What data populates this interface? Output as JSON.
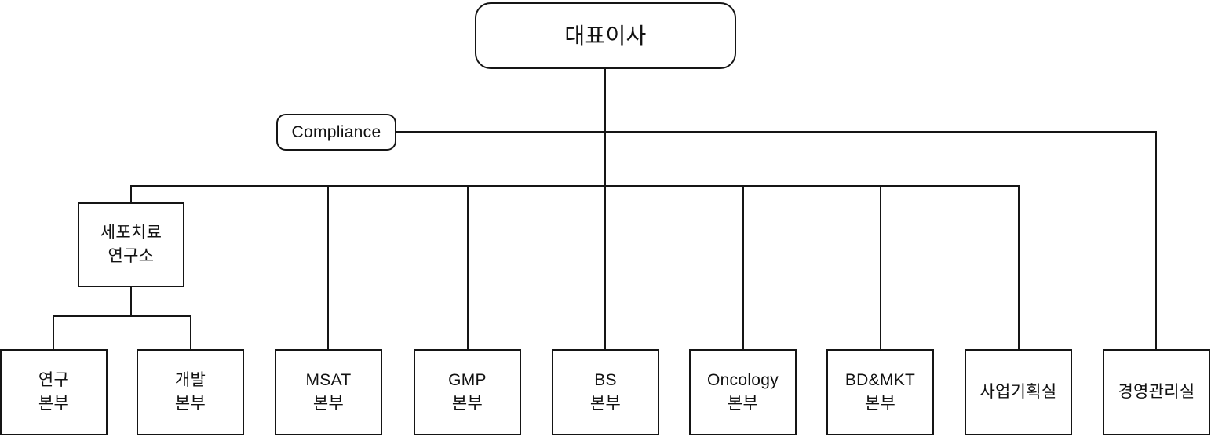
{
  "diagram": {
    "title": "organization-chart",
    "line_color": "#151515",
    "background_color": "#ffffff",
    "nodes": {
      "ceo": {
        "label": "대표이사"
      },
      "compliance": {
        "label": "Compliance"
      },
      "cell_therapy": {
        "label": "세포치료\n연구소"
      },
      "research": {
        "label": "연구\n본부"
      },
      "development": {
        "label": "개발\n본부"
      },
      "msat": {
        "label": "MSAT\n본부"
      },
      "gmp": {
        "label": "GMP\n본부"
      },
      "bs": {
        "label": "BS\n본부"
      },
      "oncology": {
        "label": "Oncology\n본부"
      },
      "bd_mkt": {
        "label": "BD&MKT\n본부"
      },
      "biz_planning": {
        "label": "사업기획실"
      },
      "management": {
        "label": "경영관리실"
      }
    }
  }
}
